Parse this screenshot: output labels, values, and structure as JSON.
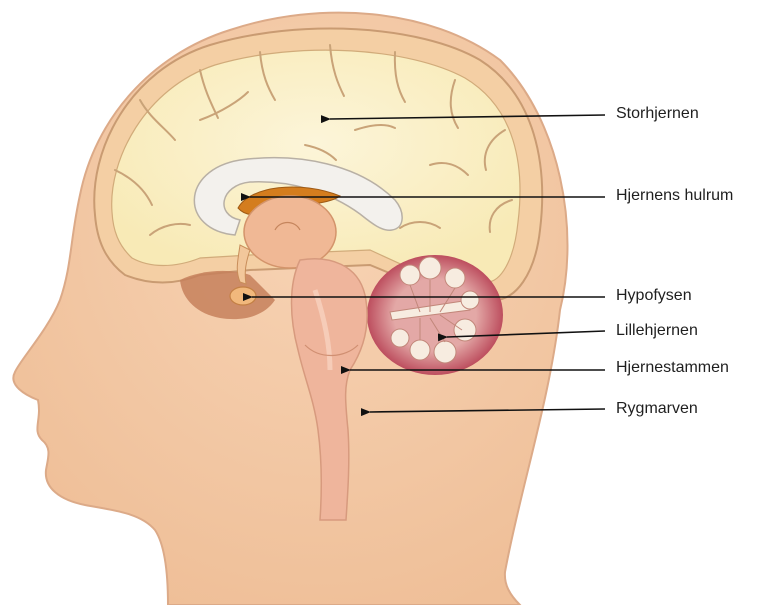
{
  "diagram": {
    "labels": [
      {
        "id": "storhjernen",
        "text": "Storhjernen"
      },
      {
        "id": "hjernens-hulrum",
        "text": "Hjernens hulrum"
      },
      {
        "id": "hypofysen",
        "text": "Hypofysen"
      },
      {
        "id": "lillehjernen",
        "text": "Lillehjernen"
      },
      {
        "id": "hjernestammen",
        "text": "Hjernestammen"
      },
      {
        "id": "rygmarven",
        "text": "Rygmarven"
      }
    ]
  },
  "colors": {
    "skin": "#f4c8a5",
    "skin_outline": "#d9a786",
    "cerebrum_fill": "#fbf1cc",
    "gyri_outline": "#caa77d",
    "corpus_callosum": "#f2f0ec",
    "ventricle": "#d4801e",
    "thalamus": "#f0b895",
    "brainstem": "#efb59c",
    "cerebellum_red": "#b73a4e",
    "arrow": "#111111"
  }
}
